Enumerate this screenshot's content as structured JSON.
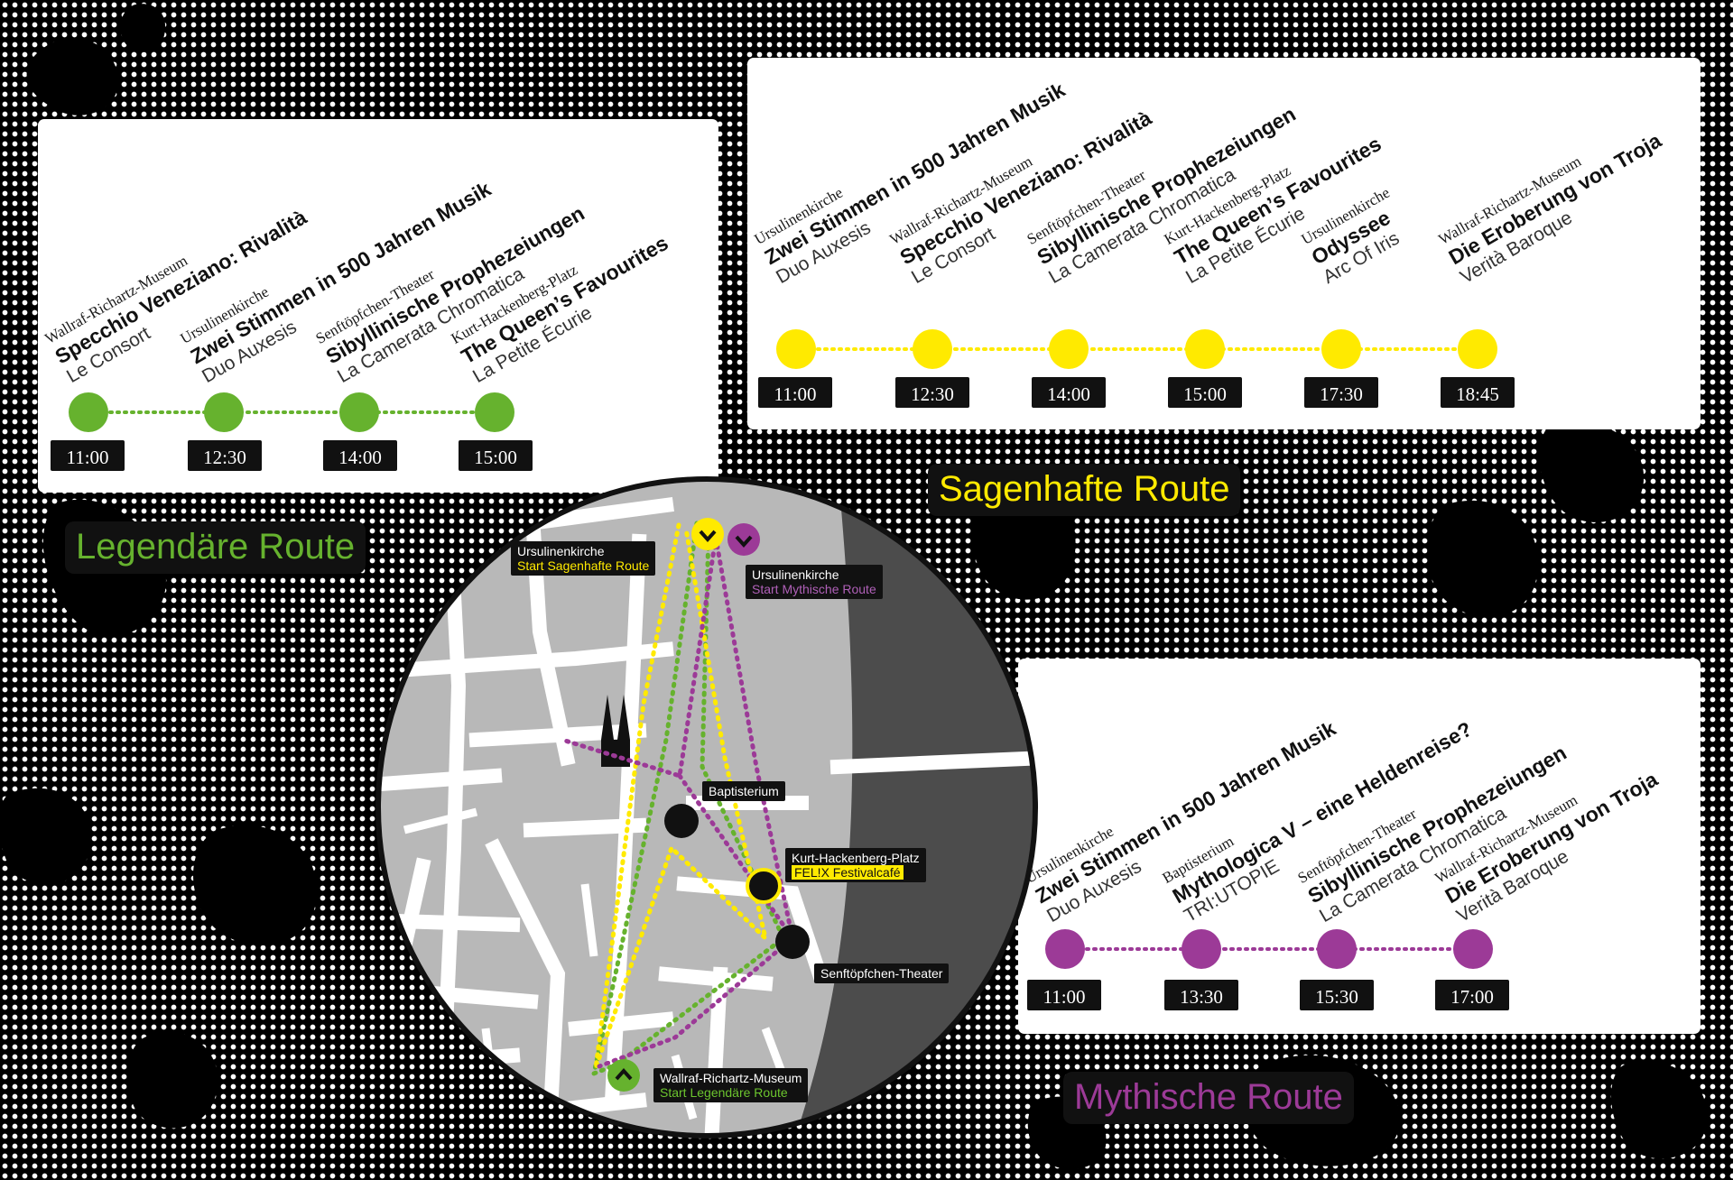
{
  "colors": {
    "legendaer": "#66b22e",
    "sagenhaft": "#ffea00",
    "mythisch": "#9c3a97",
    "panel_bg": "#ffffff",
    "background": "#000000"
  },
  "routes": {
    "legendaer": {
      "title": "Legendäre Route",
      "events": [
        {
          "venue": "Wallraf-Richartz-Museum",
          "title": "Specchio Veneziano: Rivalità",
          "performer": "Le Consort",
          "time": "11:00"
        },
        {
          "venue": "Ursulinenkirche",
          "title": "Zwei Stimmen in 500 Jahren Musik",
          "performer": "Duo Auxesis",
          "time": "12:30"
        },
        {
          "venue": "Senftöpfchen-Theater",
          "title": "Sibyllinische Prophezeiungen",
          "performer": "La Camerata Chromatica",
          "time": "14:00"
        },
        {
          "venue": "Kurt-Hackenberg-Platz",
          "title": "The Queen’s Favourites",
          "performer": "La Petite Écurie",
          "time": "15:00"
        }
      ]
    },
    "sagenhaft": {
      "title": "Sagenhafte Route",
      "events": [
        {
          "venue": "Ursulinenkirche",
          "title": "Zwei Stimmen in 500 Jahren Musik",
          "performer": "Duo Auxesis",
          "time": "11:00"
        },
        {
          "venue": "Wallraf-Richartz-Museum",
          "title": "Specchio Veneziano: Rivalità",
          "performer": "Le Consort",
          "time": "12:30"
        },
        {
          "venue": "Senftöpfchen-Theater",
          "title": "Sibyllinische Prophezeiungen",
          "performer": "La Camerata Chromatica",
          "time": "14:00"
        },
        {
          "venue": "Kurt-Hackenberg-Platz",
          "title": "The Queen’s Favourites",
          "performer": "La Petite Écurie",
          "time": "15:00"
        },
        {
          "venue": "Ursulinenkirche",
          "title": "Odyssee",
          "performer": "Arc Of Iris",
          "time": "17:30"
        },
        {
          "venue": "Wallraf-Richartz-Museum",
          "title": "Die Eroberung von Troja",
          "performer": "Verità Baroque",
          "time": "18:45"
        }
      ]
    },
    "mythisch": {
      "title": "Mythische Route",
      "events": [
        {
          "venue": "Ursulinenkirche",
          "title": "Zwei Stimmen in 500 Jahren Musik",
          "performer": "Duo Auxesis",
          "time": "11:00"
        },
        {
          "venue": "Baptisterium",
          "title": "Mythologica V – eine Heldenreise?",
          "performer": "TRI:UTOPIE",
          "time": "13:30"
        },
        {
          "venue": "Senftöpfchen-Theater",
          "title": "Sibyllinische Prophezeiungen",
          "performer": "La Camerata Chromatica",
          "time": "15:30"
        },
        {
          "venue": "Wallraf-Richartz-Museum",
          "title": "Die Eroberung von Troja",
          "performer": "Verità Baroque",
          "time": "17:00"
        }
      ]
    }
  },
  "map": {
    "labels": {
      "ursulinen_sagenhaft": {
        "name": "Ursulinenkirche",
        "sub": "Start Sagenhafte Route"
      },
      "ursulinen_mythisch": {
        "name": "Ursulinenkirche",
        "sub": "Start Mythische Route"
      },
      "baptisterium": {
        "name": "Baptisterium"
      },
      "kurt_hackenberg": {
        "name": "Kurt-Hackenberg-Platz",
        "sub": "FEL!X Festivalcafé"
      },
      "senftoepfchen": {
        "name": "Senftöpfchen-Theater"
      },
      "wallraf": {
        "name": "Wallraf-Richartz-Museum",
        "sub": "Start Legendäre Route"
      }
    }
  }
}
